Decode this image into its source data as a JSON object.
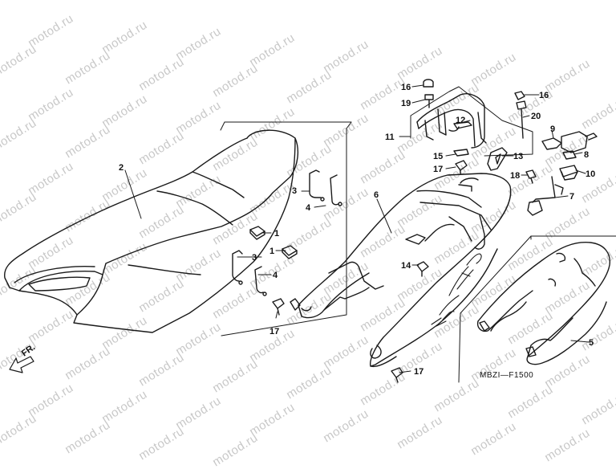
{
  "watermark": "motod.ru",
  "diagram_code": "MBZI—F1500",
  "direction_label": "FR.",
  "callouts": {
    "c1a": "1",
    "c1b": "1",
    "c2": "2",
    "c3a": "3",
    "c3b": "3",
    "c4a": "4",
    "c4b": "4",
    "c5": "5",
    "c6": "6",
    "c7": "7",
    "c8": "8",
    "c9": "9",
    "c10": "10",
    "c11": "11",
    "c12": "12",
    "c13": "13",
    "c14": "14",
    "c15": "15",
    "c16a": "16",
    "c16b": "16",
    "c17a": "17",
    "c17b": "17",
    "c17c": "17",
    "c18": "18",
    "c19": "19",
    "c20": "20"
  },
  "colors": {
    "line": "#1a1a1a",
    "watermark": "#c8c8c8",
    "background": "#ffffff"
  }
}
